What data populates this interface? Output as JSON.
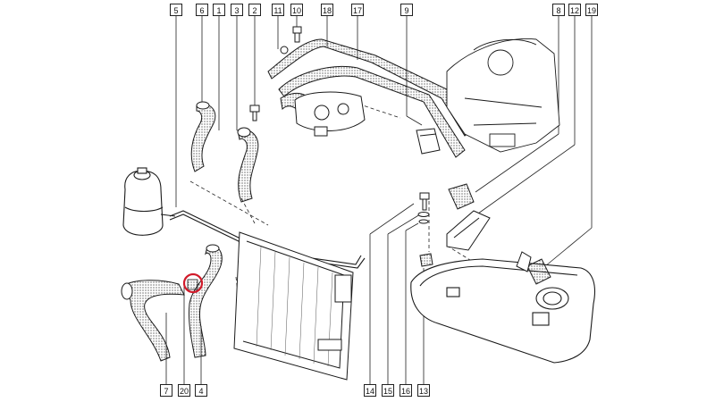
{
  "callouts": {
    "top": [
      "5",
      "6",
      "1",
      "3",
      "2",
      "11",
      "10",
      "18",
      "17",
      "9",
      "8",
      "12",
      "19"
    ],
    "bottom": [
      "7",
      "20",
      "4",
      "14",
      "15",
      "16",
      "13"
    ]
  },
  "highlight": {
    "part": "20",
    "color": "#d11a2a"
  },
  "colors": {
    "line": "#1a1a1a",
    "hatch": "#2a2a2a",
    "background": "#ffffff"
  }
}
